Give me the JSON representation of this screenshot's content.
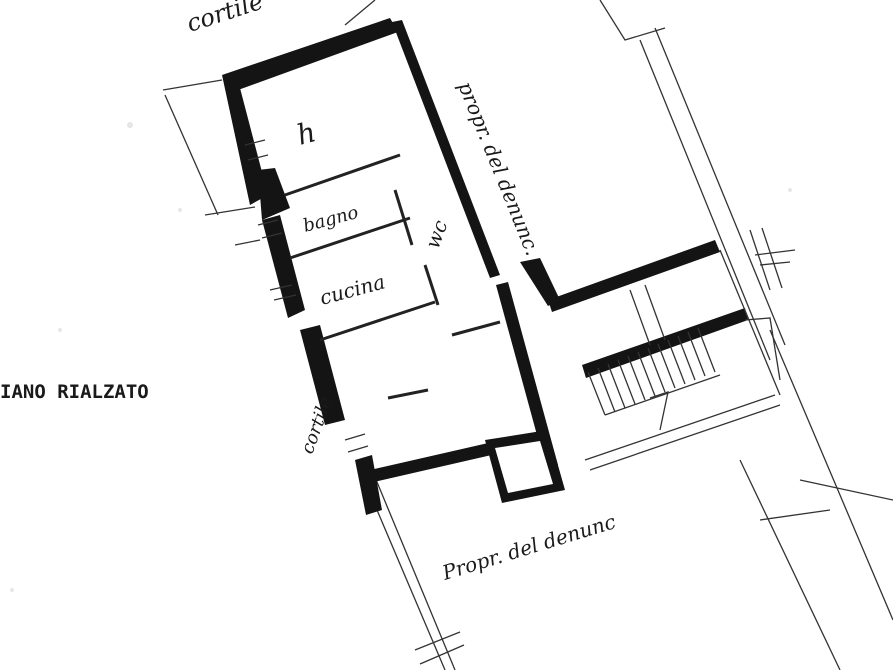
{
  "floor_label": "IANO RIALZATO",
  "labels": {
    "cortile_top": "cortile",
    "cortile_left": "cortile",
    "prop_right": "propr. del denunc.",
    "prop_bottom": "Propr. del denunc",
    "bagno": "bagno",
    "cucina": "cucina",
    "room_mark": "h",
    "wc": "wc"
  },
  "colors": {
    "wall": "#141414",
    "line": "#222222",
    "paper": "#ffffff"
  }
}
